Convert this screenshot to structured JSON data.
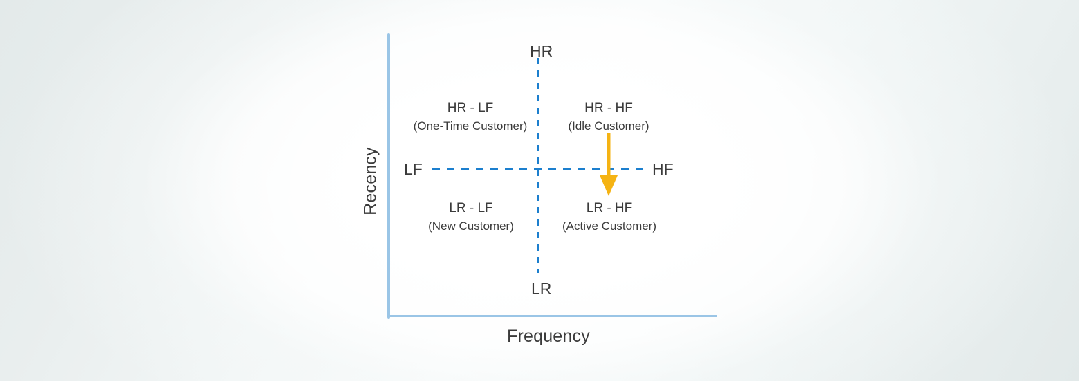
{
  "chart_data": {
    "type": "scatter",
    "title": "",
    "xlabel": "Frequency",
    "ylabel": "Recency",
    "grid": false,
    "legend": "none",
    "description": "RFM segmentation quadrant matrix: Recency (vertical axis) versus Frequency (horizontal axis), split by dashed divider lines into four customer segments.",
    "axis_poles": [
      {
        "id": "hr",
        "label": "HR",
        "axis": "y",
        "position": "top",
        "meaning": "High Recency"
      },
      {
        "id": "lr",
        "label": "LR",
        "axis": "y",
        "position": "bottom",
        "meaning": "Low Recency"
      },
      {
        "id": "lf",
        "label": "LF",
        "axis": "x",
        "position": "left",
        "meaning": "Low Frequency"
      },
      {
        "id": "hf",
        "label": "HF",
        "axis": "x",
        "position": "right",
        "meaning": "High Frequency"
      }
    ],
    "quadrants": [
      {
        "id": "hr-lf",
        "code": "HR - LF",
        "desc": "(One-Time Customer)",
        "x": "LF",
        "y": "HR",
        "corner": "top-left"
      },
      {
        "id": "hr-hf",
        "code": "HR - HF",
        "desc": "(Idle Customer)",
        "x": "HF",
        "y": "HR",
        "corner": "top-right"
      },
      {
        "id": "lr-lf",
        "code": "LR - LF",
        "desc": "(New Customer)",
        "x": "LF",
        "y": "LR",
        "corner": "bottom-left"
      },
      {
        "id": "lr-hf",
        "code": "LR - HF",
        "desc": "(Active Customer)",
        "x": "HF",
        "y": "LR",
        "corner": "bottom-right"
      }
    ],
    "annotations": [
      {
        "id": "idle-to-active-arrow",
        "type": "arrow",
        "direction": "down",
        "from_quadrant": "HR - HF (Idle Customer)",
        "to_quadrant": "LR - HF (Active Customer)",
        "color": "#f5b313"
      }
    ]
  },
  "axes": {
    "x_title": "Frequency",
    "y_title": "Recency",
    "line_color": "#9ac5e6"
  },
  "poles": {
    "hr": "HR",
    "lr": "LR",
    "lf": "LF",
    "hf": "HF"
  },
  "quadrants": {
    "hr_lf": {
      "code": "HR - LF",
      "desc": "(One-Time Customer)"
    },
    "hr_hf": {
      "code": "HR - HF",
      "desc": "(Idle Customer)"
    },
    "lr_lf": {
      "code": "LR - LF",
      "desc": "(New Customer)"
    },
    "lr_hf": {
      "code": "LR - HF",
      "desc": "(Active Customer)"
    }
  },
  "colors": {
    "divider": "#1c7fce",
    "axis": "#9ac5e6",
    "arrow": "#f5b313",
    "text": "#3b3b3b",
    "background_edge": "#e3eaea",
    "background_center": "#ffffff"
  },
  "icons": {
    "arrow": "down-arrow-icon"
  }
}
